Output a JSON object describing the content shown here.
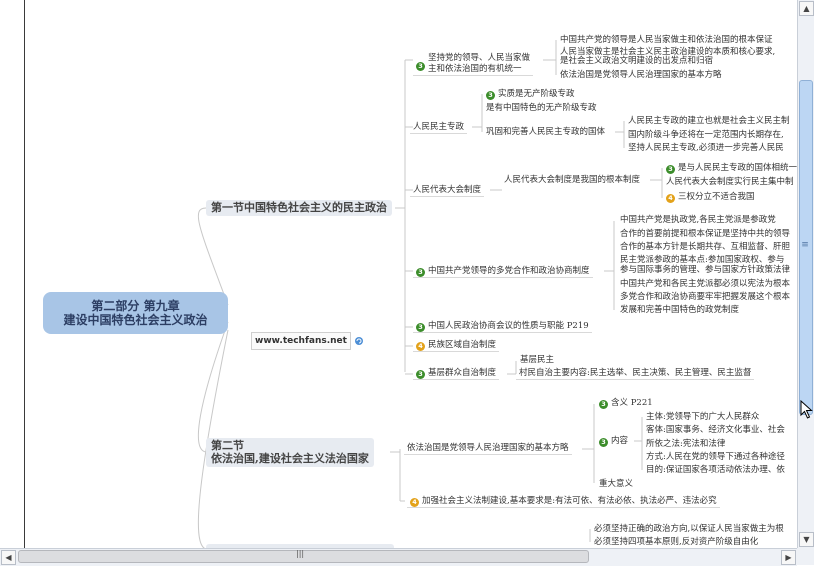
{
  "map": {
    "root": {
      "line1": "第二部分 第九章",
      "line2": "建设中国特色社会主义政治"
    },
    "website": "www.techfans.net",
    "section1": {
      "title": "第一节中国特色社会主义的民主政治",
      "branch1": {
        "label_line1": "坚持党的领导、人民当家做",
        "label_line2": "主和依法治国的有机统一",
        "badge": "3",
        "leaves": [
          "中国共产党的领导是人民当家做主和依法治国的根本保证",
          "人民当家做主是社会主义民主政治建设的本质和核心要求,",
          "是社会主义政治文明建设的出发点和归宿",
          "依法治国是党领导人民治理国家的基本方略"
        ]
      },
      "branch2": {
        "label": "人民民主专政",
        "sub1": {
          "badge": "3",
          "text": "实质是无产阶级专政"
        },
        "sub2": "是有中国特色的无产阶级专政",
        "sub3": "巩固和完善人民民主专政的国体",
        "sub3_leaves": [
          "人民民主专政的建立也就是社会主义民主制",
          "国内阶级斗争还将在一定范围内长期存在,",
          "坚持人民民主专政,必须进一步完善人民民"
        ]
      },
      "branch3": {
        "label": "人民代表大会制度",
        "sub": "人民代表大会制度是我国的根本制度",
        "sub_leaf1": {
          "badge": "3",
          "text": "是与人民民主专政的国体相统一"
        },
        "sub_leaf2": "人民代表大会制度实行民主集中制",
        "sub_leaf3": {
          "badge": "4",
          "text": "三权分立不适合我国"
        }
      },
      "branch4": {
        "badge": "3",
        "label": "中国共产党领导的多党合作和政治协商制度",
        "leaves": [
          "中国共产党是执政党,各民主党派是参政党",
          "合作的首要前提和根本保证是坚持中共的领导",
          "合作的基本方针是长期共存、互相监督、肝胆",
          "民主党派参政的基本点:参加国家政权、参与",
          "参与国际事务的管理、参与国家方针政策法律",
          "中国共产党和各民主党派都必须以宪法为根本",
          "多党合作和政治协商要牢牢把握发展这个根本",
          "发展和完善中国特色的政党制度"
        ]
      },
      "branch5": {
        "badge": "3",
        "label": "中国人民政治协商会议的性质与职能 P219"
      },
      "branch6": {
        "badge": "4",
        "label": "民族区域自治制度"
      },
      "branch7": {
        "badge": "3",
        "label": "基层群众自治制度",
        "leaf1": "基层民主",
        "leaf2": "村民自治主要内容:民主选举、民主决策、民主管理、民主监督"
      }
    },
    "section2": {
      "title_line1": "第二节",
      "title_line2": "依法治国,建设社会主义法治国家",
      "branch1": {
        "label": "依法治国是党领导人民治理国家的基本方略",
        "sub1": {
          "badge": "3",
          "text": "含义 P221"
        },
        "sub2": {
          "badge": "3",
          "text": "内容"
        },
        "sub2_leaves": [
          "主体:党领导下的广大人民群众",
          "客体:国家事务、经济文化事业、社会",
          "所依之法:宪法和法律",
          "方式:人民在党的领导下通过各种途径",
          "目的:保证国家各项活动依法办理、依"
        ],
        "sub3": "重大意义"
      },
      "branch2": {
        "badge": "4",
        "label": "加强社会主义法制建设,基本要求是:有法可依、有法必依、执法必严、违法必究"
      }
    },
    "section3_leaves": [
      "必须坚持正确的政治方向,以保证人民当家做主为根",
      "必须坚持四项基本原则,反对资产阶级自由化"
    ]
  },
  "scrollbars": {
    "up": "▲",
    "down": "▼",
    "left": "◀",
    "right": "▶",
    "vgrip": "≡",
    "hgrip": "|||"
  }
}
